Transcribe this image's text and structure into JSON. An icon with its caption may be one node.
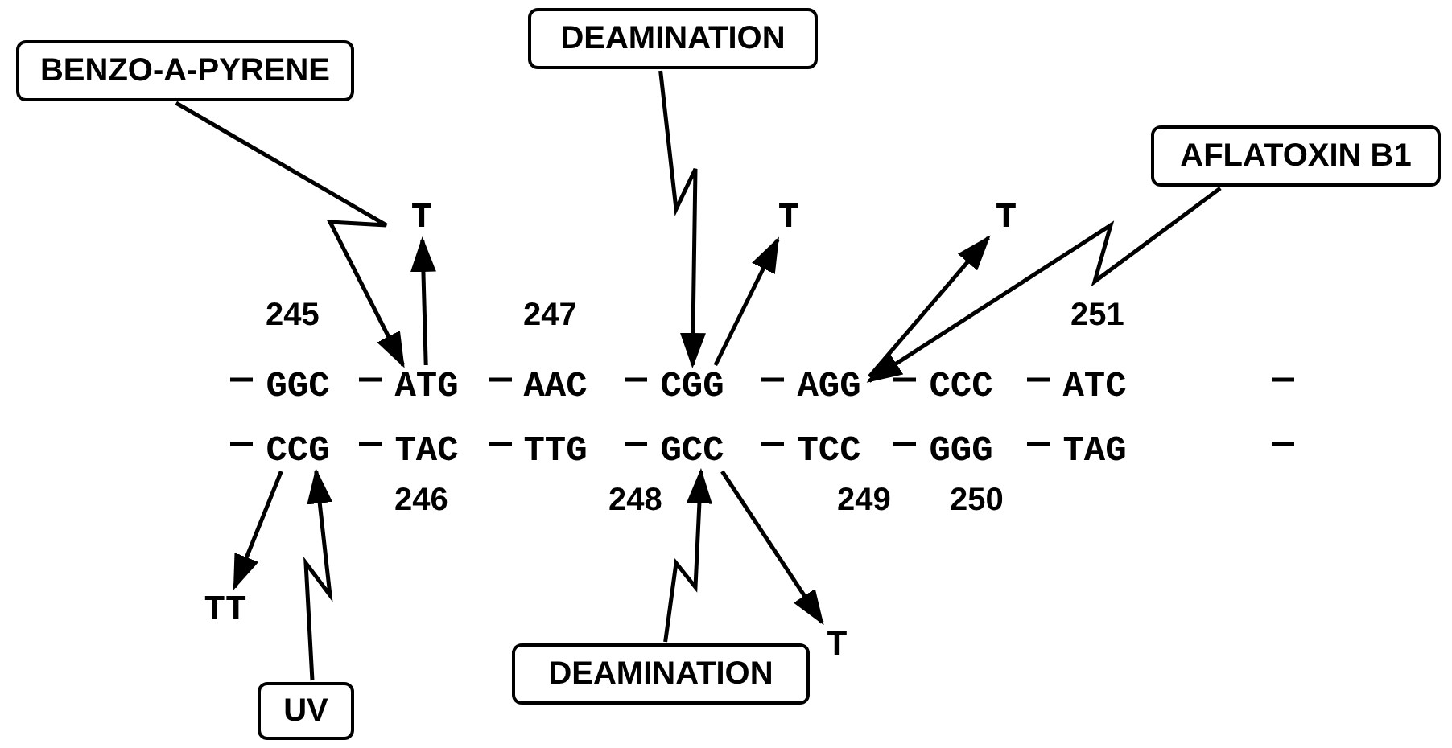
{
  "diagram": {
    "nodes": [
      {
        "text": [
          "BENZO-A-PYRENE"
        ]
      },
      {
        "text": [
          "DEAMINATION"
        ]
      },
      {
        "text": [
          "AFLATOXIN B1"
        ]
      },
      {
        "text": [
          "T"
        ]
      },
      {
        "text": [
          "T"
        ]
      },
      {
        "text": [
          "T"
        ]
      },
      {
        "text": [
          "GGC"
        ]
      },
      {
        "text": [
          "ATG"
        ]
      },
      {
        "text": [
          "AAC"
        ]
      },
      {
        "text": [
          "CGG"
        ]
      },
      {
        "text": [
          "AGG"
        ]
      },
      {
        "text": [
          "CCC"
        ]
      },
      {
        "text": [
          "ATC"
        ]
      },
      {
        "text": [
          "CCG"
        ]
      },
      {
        "text": [
          "TAC"
        ]
      },
      {
        "text": [
          "TTG"
        ]
      },
      {
        "text": [
          "GCC"
        ]
      },
      {
        "text": [
          "TCC"
        ]
      },
      {
        "text": [
          "GGG"
        ]
      },
      {
        "text": [
          "TAG"
        ]
      },
      {
        "text": [
          "TT"
        ]
      },
      {
        "text": [
          "T"
        ]
      },
      {
        "text": [
          "UV"
        ]
      },
      {
        "text": [
          "DEAMINATION"
        ]
      }
    ],
    "edges": [
      {
        "from": 0,
        "to": 7,
        "arrow": "to"
      },
      {
        "from": 7,
        "to": 3,
        "arrow": "to"
      },
      {
        "from": 1,
        "to": 9,
        "arrow": "to"
      },
      {
        "from": 9,
        "to": 4,
        "arrow": "to"
      },
      {
        "from": 10,
        "to": 5,
        "arrow": "to"
      },
      {
        "from": 2,
        "to": 10,
        "arrow": "to"
      },
      {
        "from": 22,
        "to": 13,
        "arrow": "to"
      },
      {
        "from": 13,
        "to": 20,
        "arrow": "to"
      },
      {
        "from": 23,
        "to": 16,
        "arrow": "to"
      },
      {
        "from": 16,
        "to": 21,
        "arrow": "to"
      }
    ],
    "labels": [
      "245",
      "247",
      "251",
      "246",
      "248",
      "249",
      "250"
    ]
  }
}
